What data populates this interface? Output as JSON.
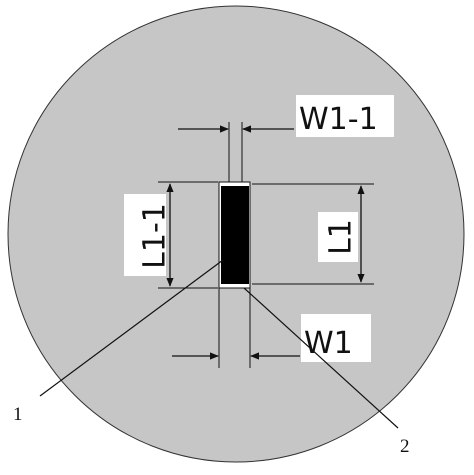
{
  "diagram": {
    "labels": {
      "w1_1": "W1-1",
      "w1": "W1",
      "l1_1": "L1-1",
      "l1": "L1",
      "callout_1": "1",
      "callout_2": "2"
    },
    "colors": {
      "disc": "#c6c6c6",
      "label_bg": "#ffffff",
      "element": "#000000",
      "line": "#111111"
    }
  }
}
